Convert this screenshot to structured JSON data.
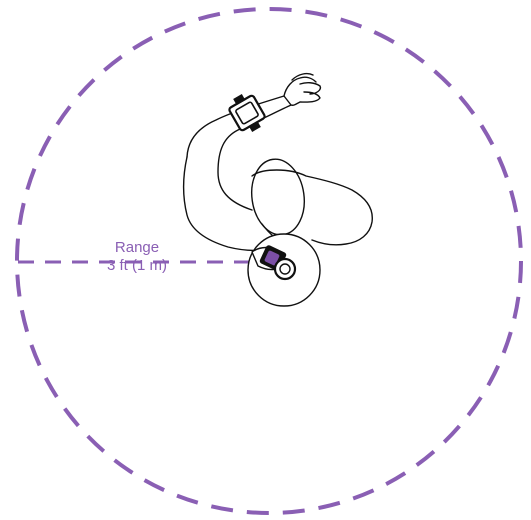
{
  "range": {
    "title": "Range",
    "distance": "3 ft (1 m)"
  },
  "colors": {
    "range_stroke": "#8a5fb4",
    "figure_stroke": "#000000",
    "device_accent": "#7b4fa6"
  },
  "illustration": {
    "subject": "person-top-view",
    "devices": [
      "wrist-sensor-icon",
      "hand-reader-icon"
    ]
  }
}
